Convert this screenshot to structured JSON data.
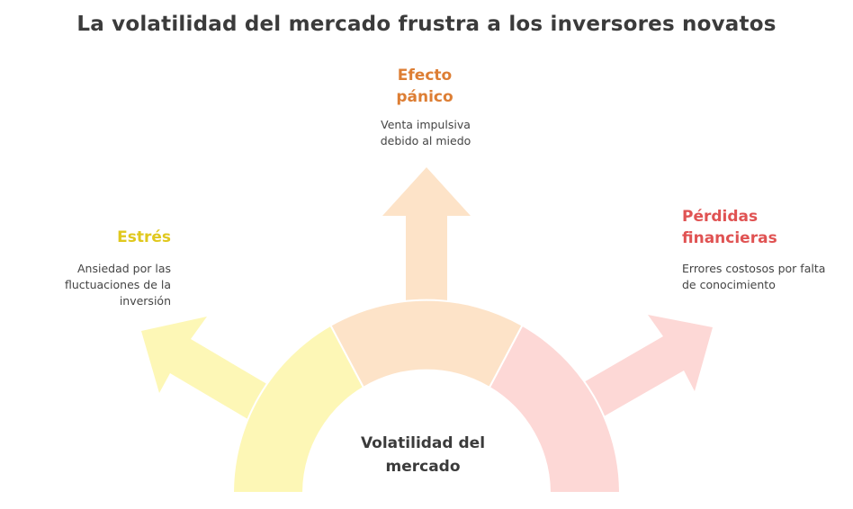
{
  "title": "La volatilidad del mercado frustra a los inversores novatos",
  "center": {
    "label": "Volatilidad del mercado"
  },
  "branches": {
    "left": {
      "heading": "Estrés",
      "description": "Ansiedad por las fluctuaciones de la inversión",
      "color": "#fdf7b6",
      "heading_color": "#e0c81e"
    },
    "top": {
      "heading": "Efecto pánico",
      "description": "Venta impulsiva debido al miedo",
      "color": "#fde3c8",
      "heading_color": "#dd7e34"
    },
    "right": {
      "heading": "Pérdidas financieras",
      "description": "Errores costosos por falta de conocimiento",
      "color": "#fdd8d6",
      "heading_color": "#e05353"
    }
  }
}
